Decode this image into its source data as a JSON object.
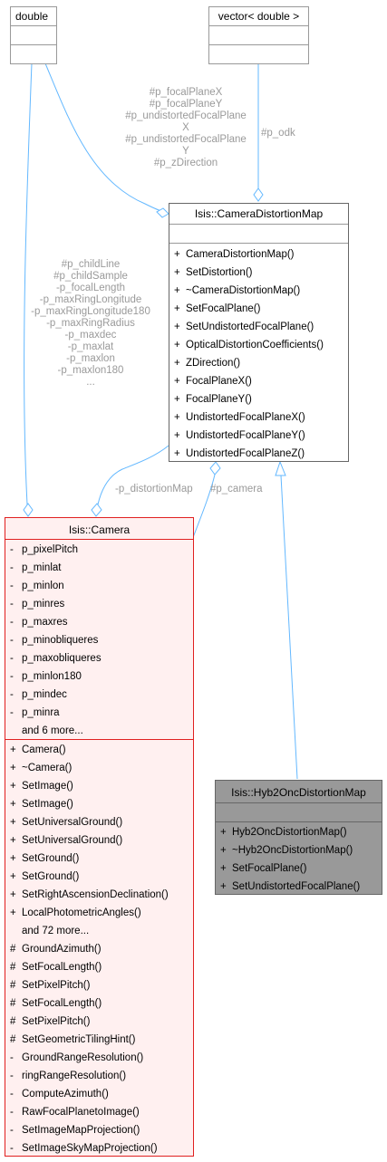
{
  "boxes": {
    "double": {
      "title": "double"
    },
    "vector": {
      "title": "vector< double >"
    },
    "camera_distortion_map": {
      "title": "Isis::CameraDistortionMap",
      "methods": [
        {
          "vis": "+",
          "name": "CameraDistortionMap()"
        },
        {
          "vis": "+",
          "name": "SetDistortion()"
        },
        {
          "vis": "+",
          "name": "~CameraDistortionMap()"
        },
        {
          "vis": "+",
          "name": "SetFocalPlane()"
        },
        {
          "vis": "+",
          "name": "SetUndistortedFocalPlane()"
        },
        {
          "vis": "+",
          "name": "OpticalDistortionCoefficients()"
        },
        {
          "vis": "+",
          "name": "ZDirection()"
        },
        {
          "vis": "+",
          "name": "FocalPlaneX()"
        },
        {
          "vis": "+",
          "name": "FocalPlaneY()"
        },
        {
          "vis": "+",
          "name": "UndistortedFocalPlaneX()"
        },
        {
          "vis": "+",
          "name": "UndistortedFocalPlaneY()"
        },
        {
          "vis": "+",
          "name": "UndistortedFocalPlaneZ()"
        }
      ]
    },
    "camera": {
      "title": "Isis::Camera",
      "attributes": [
        {
          "vis": "-",
          "name": "p_pixelPitch"
        },
        {
          "vis": "-",
          "name": "p_minlat"
        },
        {
          "vis": "-",
          "name": "p_minlon"
        },
        {
          "vis": "-",
          "name": "p_minres"
        },
        {
          "vis": "-",
          "name": "p_maxres"
        },
        {
          "vis": "-",
          "name": "p_minobliqueres"
        },
        {
          "vis": "-",
          "name": "p_maxobliqueres"
        },
        {
          "vis": "-",
          "name": "p_minlon180"
        },
        {
          "vis": "-",
          "name": "p_mindec"
        },
        {
          "vis": "-",
          "name": "p_minra"
        },
        {
          "vis": "",
          "name": "and 6 more..."
        }
      ],
      "methods": [
        {
          "vis": "+",
          "name": "Camera()"
        },
        {
          "vis": "+",
          "name": "~Camera()"
        },
        {
          "vis": "+",
          "name": "SetImage()"
        },
        {
          "vis": "+",
          "name": "SetImage()"
        },
        {
          "vis": "+",
          "name": "SetUniversalGround()"
        },
        {
          "vis": "+",
          "name": "SetUniversalGround()"
        },
        {
          "vis": "+",
          "name": "SetGround()"
        },
        {
          "vis": "+",
          "name": "SetGround()"
        },
        {
          "vis": "+",
          "name": "SetRightAscensionDeclination()"
        },
        {
          "vis": "+",
          "name": "LocalPhotometricAngles()"
        },
        {
          "vis": "",
          "name": "and 72 more..."
        },
        {
          "vis": "#",
          "name": "GroundAzimuth()"
        },
        {
          "vis": "#",
          "name": "SetFocalLength()"
        },
        {
          "vis": "#",
          "name": "SetPixelPitch()"
        },
        {
          "vis": "#",
          "name": "SetFocalLength()"
        },
        {
          "vis": "#",
          "name": "SetPixelPitch()"
        },
        {
          "vis": "#",
          "name": "SetGeometricTilingHint()"
        },
        {
          "vis": "-",
          "name": "GroundRangeResolution()"
        },
        {
          "vis": "-",
          "name": "ringRangeResolution()"
        },
        {
          "vis": "-",
          "name": "ComputeAzimuth()"
        },
        {
          "vis": "-",
          "name": "RawFocalPlanetoImage()"
        },
        {
          "vis": "-",
          "name": "SetImageMapProjection()"
        },
        {
          "vis": "-",
          "name": "SetImageSkyMapProjection()"
        }
      ]
    },
    "hyb2": {
      "title": "Isis::Hyb2OncDistortionMap",
      "methods": [
        {
          "vis": "+",
          "name": "Hyb2OncDistortionMap()"
        },
        {
          "vis": "+",
          "name": "~Hyb2OncDistortionMap()"
        },
        {
          "vis": "+",
          "name": "SetFocalPlane()"
        },
        {
          "vis": "+",
          "name": "SetUndistortedFocalPlane()"
        }
      ]
    }
  },
  "edge_labels": {
    "double_to_map": [
      "#p_focalPlaneX",
      "#p_focalPlaneY",
      "#p_undistortedFocalPlane",
      "X",
      "#p_undistortedFocalPlane",
      "Y",
      "#p_zDirection"
    ],
    "vector_to_map": [
      "#p_odk"
    ],
    "double_to_camera": [
      "#p_childLine",
      "#p_childSample",
      "-p_focalLength",
      "-p_maxRingLongitude",
      "-p_maxRingLongitude180",
      "-p_maxRingRadius",
      "-p_maxdec",
      "-p_maxlat",
      "-p_maxlon",
      "-p_maxlon180",
      "..."
    ],
    "map_to_camera": [
      "-p_distortionMap"
    ],
    "camera_to_map": [
      "#p_camera"
    ]
  },
  "colors": {
    "edge": "#63b8ff",
    "camera_border": "#e02020",
    "camera_fill": "#fff0f0",
    "hyb_fill": "#999999",
    "label": "#9a9a9a"
  }
}
